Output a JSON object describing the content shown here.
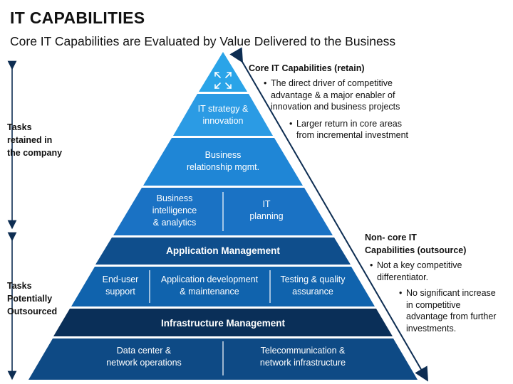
{
  "title": "IT CAPABILITIES",
  "subtitle": "Core IT Capabilities are Evaluated by Value Delivered to the Business",
  "left_labels": {
    "retained": [
      "Tasks",
      "retained in",
      "the company"
    ],
    "outsourced": [
      "Tasks",
      "Potentially",
      "Outsourced"
    ]
  },
  "pyramid": {
    "apex_icon": "expand-arrows-icon",
    "tier1": [
      "IT strategy &",
      "innovation"
    ],
    "tier2": [
      "Business",
      "relationship mgmt."
    ],
    "tier3_left": [
      "Business",
      "intelligence",
      "& analytics"
    ],
    "tier3_right": [
      "IT",
      "planning"
    ],
    "app_mgmt_title": "Application Management",
    "app_left": [
      "End-user",
      "support"
    ],
    "app_mid": [
      "Application development",
      "& maintenance"
    ],
    "app_right": [
      "Testing & quality",
      "assurance"
    ],
    "infra_title": "Infrastructure Management",
    "infra_left": [
      "Data center &",
      "network operations"
    ],
    "infra_right": [
      "Telecommunication &",
      "network infrastructure"
    ]
  },
  "core": {
    "title": "Core IT Capabilities (retain)",
    "bullets": [
      [
        "The direct driver of competitive",
        "advantage & a major enabler of",
        "innovation and business projects"
      ],
      [
        "Larger return in core areas",
        "from incremental investment"
      ]
    ]
  },
  "noncore": {
    "title": [
      "Non- core IT",
      "Capabilities (outsource)"
    ],
    "bullets": [
      [
        "Not a key competitive",
        "differentiator."
      ],
      [
        "No significant increase",
        "in competitive",
        "advantage from further",
        "investments."
      ]
    ]
  },
  "colors": {
    "apex": "#2aa4e8",
    "tier1": "#2b9be4",
    "tier2": "#1f86d6",
    "tier3": "#1a72c4",
    "app_header": "#0f4e8c",
    "app_row": "#1063ad",
    "infra_header": "#0a2f58",
    "infra_row": "#0e4a85"
  }
}
